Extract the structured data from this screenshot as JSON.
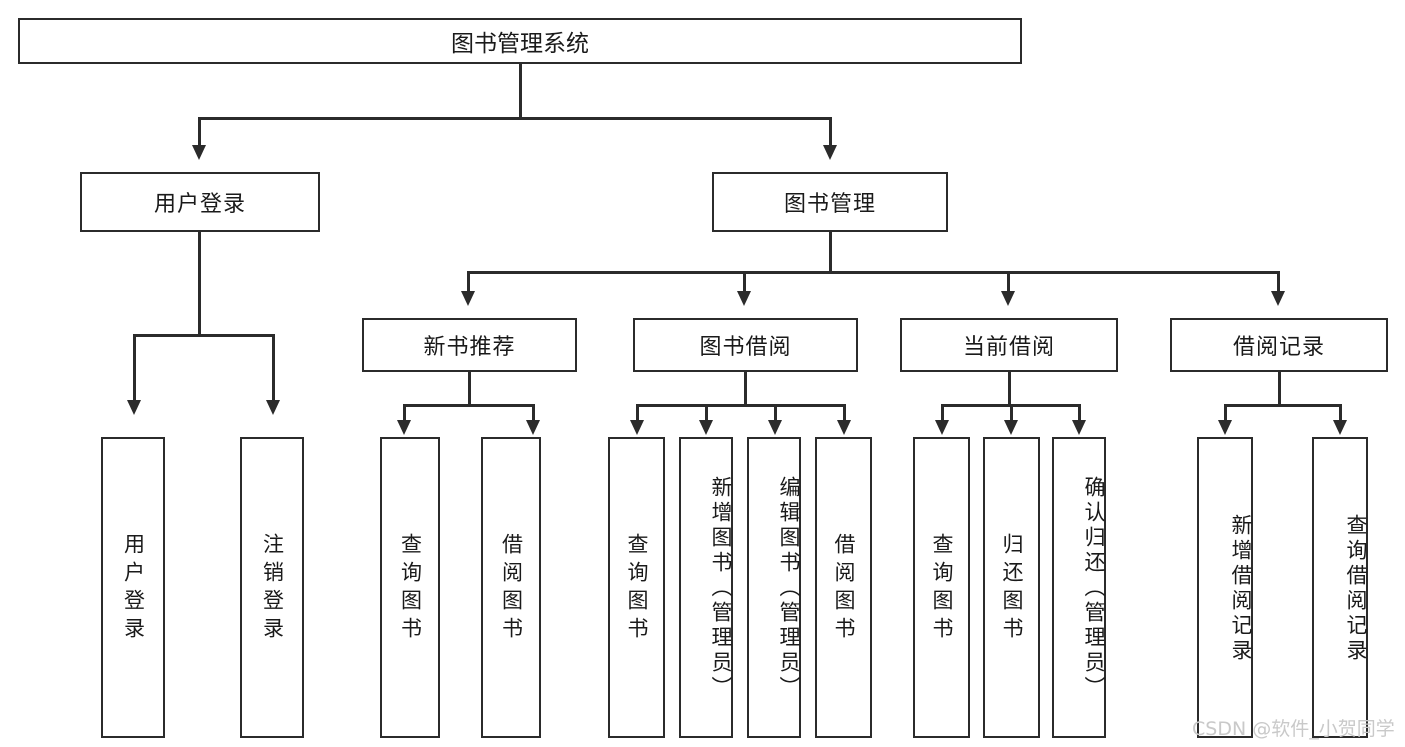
{
  "diagram": {
    "type": "tree-hierarchy",
    "title": "图书管理系统",
    "root": {
      "label": "图书管理系统"
    },
    "level2": [
      {
        "label": "用户登录"
      },
      {
        "label": "图书管理"
      }
    ],
    "level3": [
      {
        "label": "新书推荐"
      },
      {
        "label": "图书借阅"
      },
      {
        "label": "当前借阅"
      },
      {
        "label": "借阅记录"
      }
    ],
    "leaves": {
      "user_login": [
        {
          "label": "用户登录"
        },
        {
          "label": "注销登录"
        }
      ],
      "new_book_recommend": [
        {
          "label": "查询图书"
        },
        {
          "label": "借阅图书"
        }
      ],
      "book_borrow": [
        {
          "label": "查询图书"
        },
        {
          "label": "新增图书（管理员）"
        },
        {
          "label": "编辑图书（管理员）"
        },
        {
          "label": "借阅图书"
        }
      ],
      "current_borrow": [
        {
          "label": "查询图书"
        },
        {
          "label": "归还图书"
        },
        {
          "label": "确认归还（管理员）"
        }
      ],
      "borrow_record": [
        {
          "label": "新增借阅记录"
        },
        {
          "label": "查询借阅记录"
        }
      ]
    }
  },
  "watermark": {
    "text": "CSDN @软件_小贺同学"
  },
  "colors": {
    "stroke": "#2b2b2b",
    "background": "#ffffff",
    "text": "#1a1a1a",
    "watermark": "#c9c9c9"
  }
}
